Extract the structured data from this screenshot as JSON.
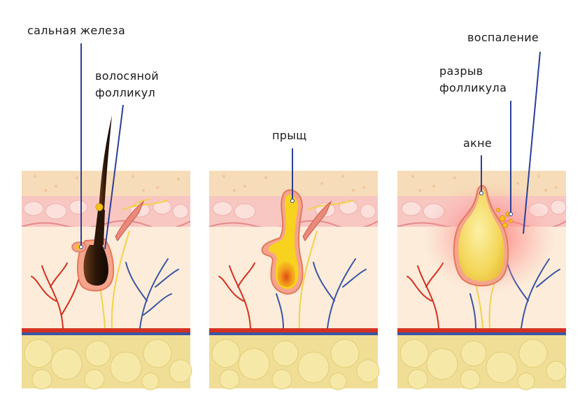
{
  "labels": {
    "sebaceous_gland": "сальная железа",
    "hair_follicle": [
      "волосяной",
      "фолликул"
    ],
    "pimple": "прыщ",
    "inflammation": "воспаление",
    "follicle_rupture": [
      "разрыв",
      "фолликула"
    ],
    "acne": "акне"
  },
  "colors": {
    "epidermis": "#f6dcb8",
    "dermis_upper": "#f8c7c2",
    "dermis": "#fcecd9",
    "fat": "#f0de96",
    "fat_cell": "#f6e9a8",
    "artery": "#d23222",
    "vein": "#3a55a6",
    "nerve": "#f2d24a",
    "hair": "#2a1608",
    "sebum": "#f5c21a",
    "pus": "#f08a1a",
    "inflammation": "#ff6b6b",
    "pointer": "#2c3f96"
  }
}
